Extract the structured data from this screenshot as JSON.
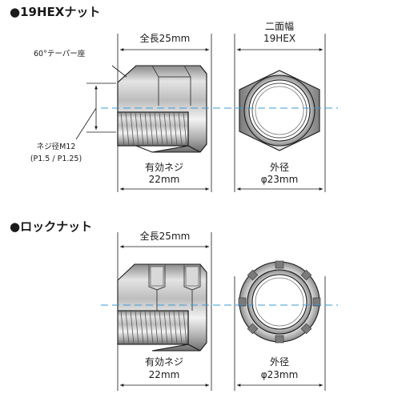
{
  "sections": [
    {
      "heading": "●19HEXナット",
      "length_label": "全長25mm",
      "hex_label_line1": "二面幅",
      "hex_label_line2": "19HEX",
      "taper_label": "60°テーパー座",
      "thread_label_line1": "ネジ径M12",
      "thread_label_line2": "(P1.5 / P1.25)",
      "effective_label_line1": "有効ネジ",
      "effective_label_line2": "22mm",
      "outer_label_line1": "外径",
      "outer_label_line2": "φ23mm"
    },
    {
      "heading": "●ロックナット",
      "length_label": "全長25mm",
      "effective_label_line1": "有効ネジ",
      "effective_label_line2": "22mm",
      "outer_label_line1": "外径",
      "outer_label_line2": "φ23mm"
    }
  ],
  "colors": {
    "centerline": "#3b9bd6",
    "line": "#1a1a1a",
    "metal_dark": "#6f6f6f",
    "metal_light": "#efefef"
  }
}
